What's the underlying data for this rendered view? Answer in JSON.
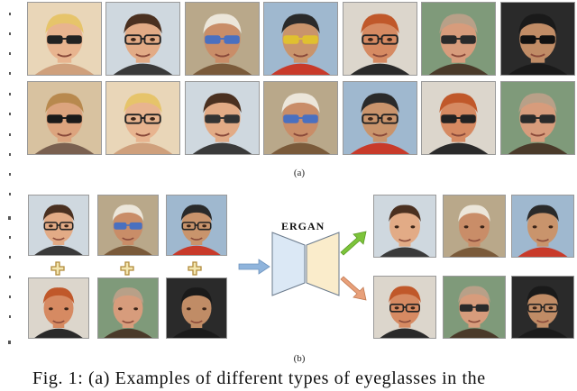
{
  "figure": {
    "label_a": "(a)",
    "label_b": "(b)",
    "network_label": "ERGAN",
    "caption": "Fig. 1: (a) Examples of different types of eyeglasses in the"
  },
  "colors": {
    "encoder_fill": "#dbe8f5",
    "decoder_fill": "#faeccb",
    "input_arrow": "#8fb4dc",
    "green_arrow": "#7cc43a",
    "orange_arrow": "#e8a07a",
    "plus_fill": "#f3e6b0",
    "plus_stroke": "#b08a3a"
  },
  "panel_a": {
    "rows": [
      [
        "face-blonde-woman-dark-sunglasses",
        "face-smiling-woman-clear-glasses",
        "face-cowboy-hat-blue-tint-glasses",
        "face-cyclist-helmet-yellow-glasses",
        "face-redhead-man-dark-frame-glasses",
        "face-man-round-glasses",
        "face-bearded-man-sunglasses"
      ],
      [
        "face-woman-long-hair-sunglasses",
        "face-blonde-woman-sunglasses",
        "face-bearded-man-sunglasses",
        "face-man-smiling-glasses",
        "face-blonde-man-aviators",
        "face-man-blue-tint-glasses",
        "face-woman-bangs-sunglasses"
      ]
    ]
  },
  "panel_b": {
    "with_glasses": [
      "face-man-dark-frame-glasses",
      "face-man-sunglasses",
      "face-man-smiling-glasses"
    ],
    "without_glasses": [
      "face-young-man-no-glasses",
      "face-man-suit-no-glasses",
      "face-man-smiling-no-glasses"
    ],
    "removal_outputs": [
      "face-man-glasses-removed",
      "face-man-sunglasses-removed",
      "face-man-smiling-glasses-removed"
    ],
    "transfer_outputs": [
      "face-young-man-glasses-added",
      "face-man-suit-sunglasses-added",
      "face-man-smiling-glasses-added"
    ]
  }
}
